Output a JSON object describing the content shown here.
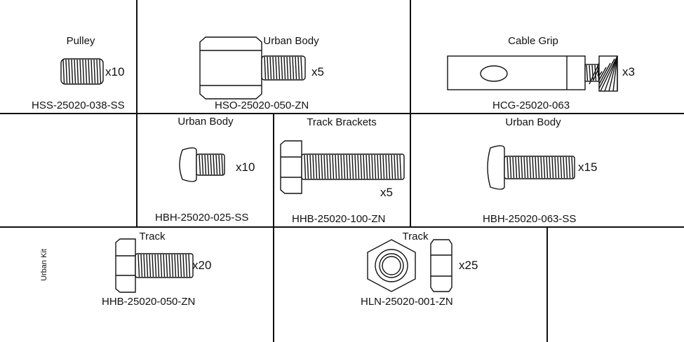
{
  "kit_label": "Urban Kit",
  "parts": [
    {
      "title": "Pulley",
      "part_number": "HSS-25020-038-SS",
      "quantity": "x10",
      "icon": "set-screw-icon"
    },
    {
      "title": "Urban Body",
      "part_number": "HSO-25020-050-ZN",
      "quantity": "x5",
      "icon": "hex-standoff-icon"
    },
    {
      "title": "Cable Grip",
      "part_number": "HCG-25020-063",
      "quantity": "x3",
      "icon": "cable-grip-icon"
    },
    {
      "title": "Urban Body",
      "part_number": "HBH-25020-025-SS",
      "quantity": "x10",
      "icon": "button-head-screw-icon"
    },
    {
      "title": "Track Brackets",
      "part_number": "HHB-25020-100-ZN",
      "quantity": "x5",
      "icon": "hex-bolt-long-icon"
    },
    {
      "title": "Urban Body",
      "part_number": "HBH-25020-063-SS",
      "quantity": "x15",
      "icon": "button-head-screw-icon"
    },
    {
      "title": "Track",
      "part_number": "HHB-25020-050-ZN",
      "quantity": "x20",
      "icon": "hex-bolt-icon"
    },
    {
      "title": "Track",
      "part_number": "HLN-25020-001-ZN",
      "quantity": "x25",
      "icon": "hex-nut-icon"
    }
  ]
}
